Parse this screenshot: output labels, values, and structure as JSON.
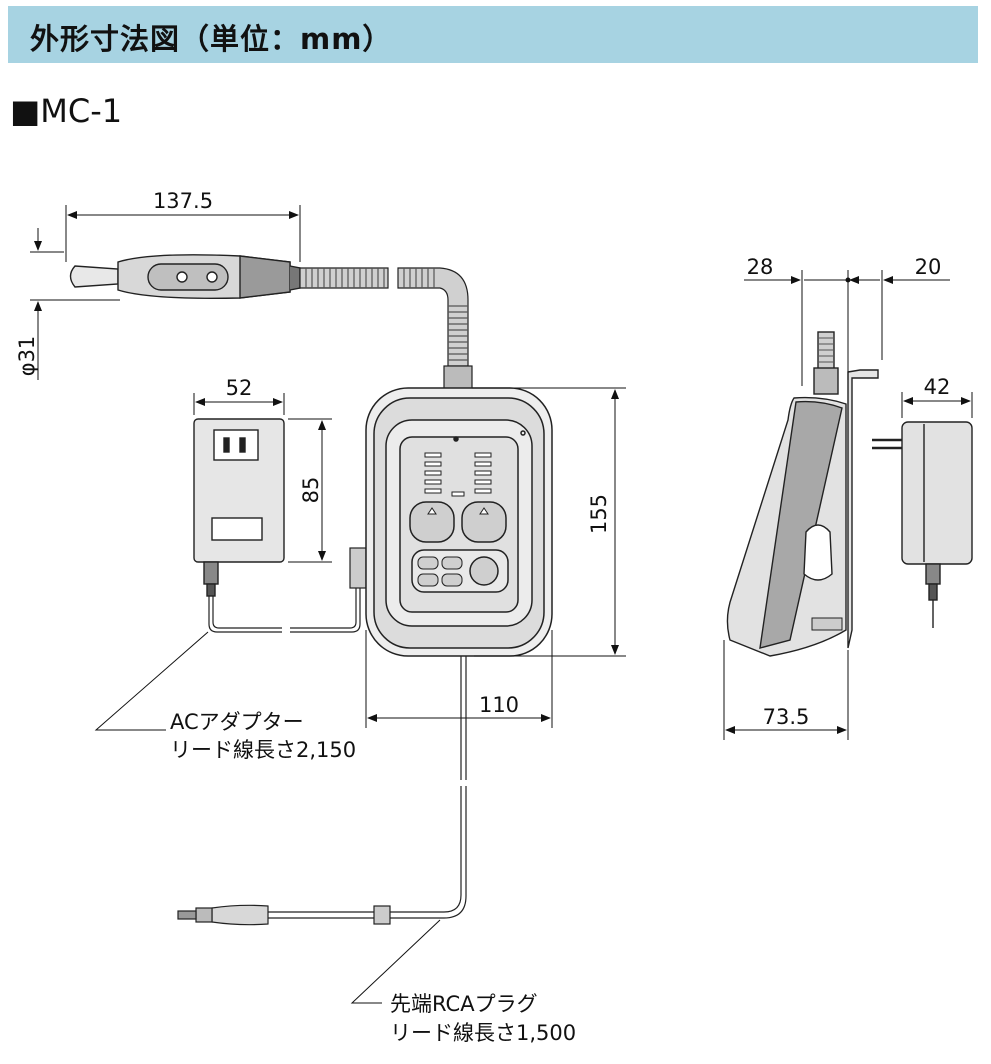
{
  "header": {
    "title": "外形寸法図（単位：mm）"
  },
  "model": {
    "label": "■MC-1"
  },
  "dimensions": {
    "handle_length": "137.5",
    "handle_diameter": "φ31",
    "adapter_width": "52",
    "adapter_height": "85",
    "body_height": "155",
    "body_width": "110",
    "side_depth_left": "28",
    "side_depth_right": "20",
    "adapter_side_width": "42",
    "side_total_depth": "73.5"
  },
  "notes": {
    "ac_adapter_line1": "ACアダプター",
    "ac_adapter_line2": "リード線長さ2,150",
    "rca_line1": "先端RCAプラグ",
    "rca_line2": "リード線長さ1,500"
  }
}
